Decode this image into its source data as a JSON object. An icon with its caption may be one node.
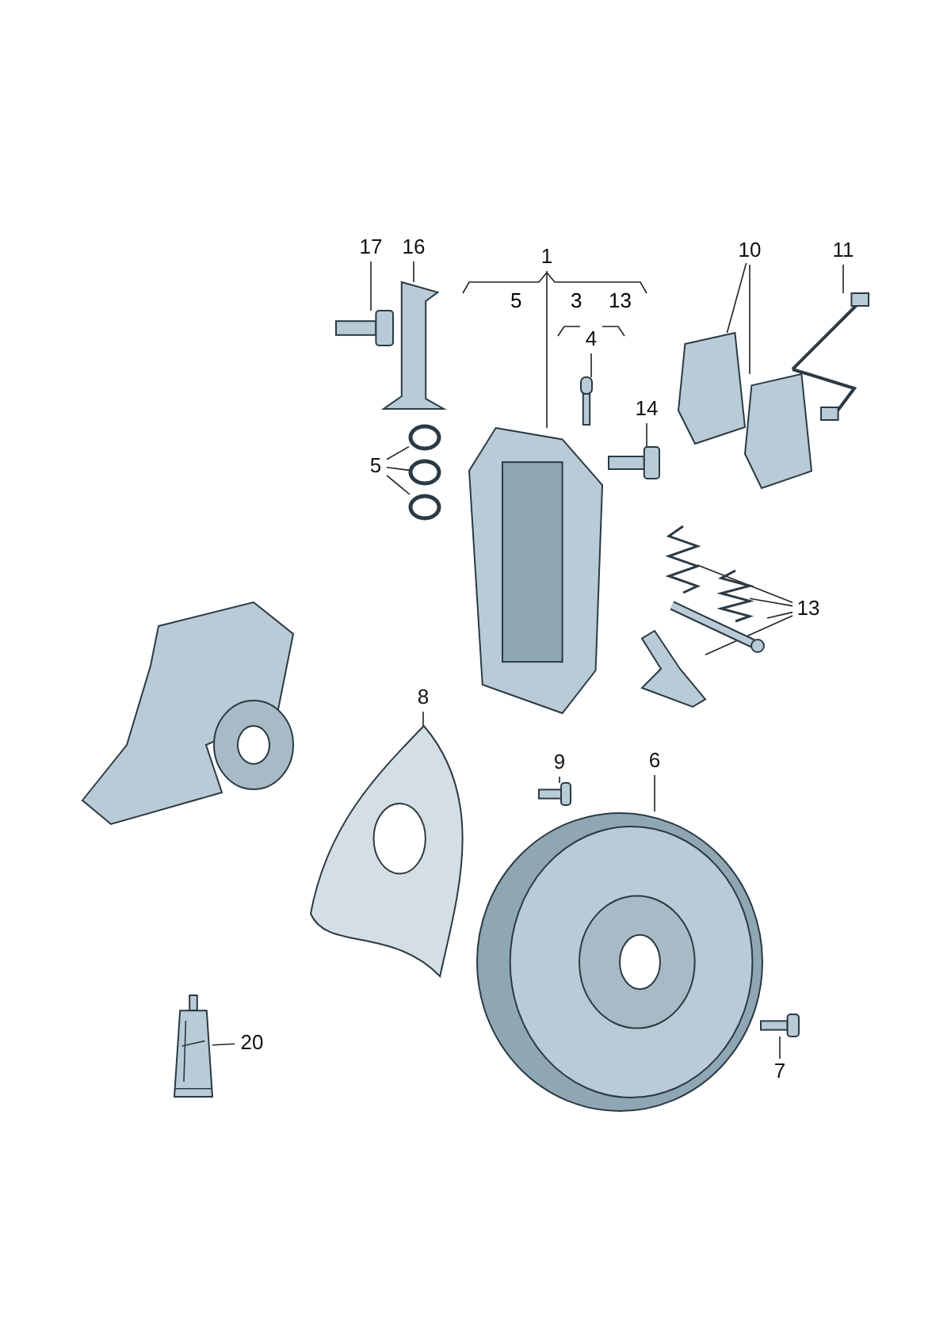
{
  "diagram": {
    "nodes": [
      {
        "text": [
          "17"
        ]
      },
      {
        "text": [],
        "shape": "picture"
      },
      {
        "text": [
          "16"
        ]
      },
      {
        "text": [],
        "shape": "picture"
      },
      {
        "text": [
          "1"
        ]
      },
      {
        "text": [],
        "shape": "picture"
      },
      {
        "text": [
          "4"
        ]
      },
      {
        "text": [],
        "shape": "picture"
      },
      {
        "text": [
          "10"
        ]
      },
      {
        "text": [],
        "shape": "picture"
      },
      {
        "text": [],
        "shape": "picture"
      },
      {
        "text": [
          "11"
        ]
      },
      {
        "text": [],
        "shape": "picture"
      },
      {
        "text": [
          "14"
        ]
      },
      {
        "text": [],
        "shape": "picture"
      },
      {
        "text": [
          "5"
        ]
      },
      {
        "text": [],
        "shape": "circle"
      },
      {
        "text": [],
        "shape": "circle"
      },
      {
        "text": [],
        "shape": "circle"
      },
      {
        "text": [
          "13"
        ]
      },
      {
        "text": [],
        "shape": "picture"
      },
      {
        "text": [],
        "shape": "picture"
      },
      {
        "text": [],
        "shape": "picture"
      },
      {
        "text": [],
        "shape": "picture"
      },
      {
        "text": [
          "8"
        ]
      },
      {
        "text": [],
        "shape": "picture"
      },
      {
        "text": [
          "9"
        ]
      },
      {
        "text": [],
        "shape": "picture"
      },
      {
        "text": [
          "6"
        ]
      },
      {
        "text": [],
        "shape": "picture"
      },
      {
        "text": [
          "7"
        ]
      },
      {
        "text": [],
        "shape": "picture"
      },
      {
        "text": [
          "20"
        ]
      },
      {
        "text": [],
        "shape": "picture"
      }
    ],
    "edges": [
      {
        "from": 0,
        "to": 1,
        "arrow": "none"
      },
      {
        "from": 2,
        "to": 3,
        "arrow": "none"
      },
      {
        "from": 4,
        "to": 5,
        "arrow": "none"
      },
      {
        "from": 6,
        "to": 7,
        "arrow": "none"
      },
      {
        "from": 8,
        "to": 9,
        "arrow": "none"
      },
      {
        "from": 8,
        "to": 10,
        "arrow": "none"
      },
      {
        "from": 11,
        "to": 12,
        "arrow": "none"
      },
      {
        "from": 13,
        "to": 14,
        "arrow": "none"
      },
      {
        "from": 15,
        "to": 16,
        "arrow": "none"
      },
      {
        "from": 15,
        "to": 17,
        "arrow": "none"
      },
      {
        "from": 15,
        "to": 18,
        "arrow": "none"
      },
      {
        "from": 19,
        "to": 20,
        "arrow": "none"
      },
      {
        "from": 19,
        "to": 21,
        "arrow": "none"
      },
      {
        "from": 19,
        "to": 22,
        "arrow": "none"
      },
      {
        "from": 19,
        "to": 23,
        "arrow": "none"
      },
      {
        "from": 24,
        "to": 25,
        "arrow": "none"
      },
      {
        "from": 26,
        "to": 27,
        "arrow": "none"
      },
      {
        "from": 28,
        "to": 29,
        "arrow": "none"
      },
      {
        "from": 30,
        "to": 31,
        "arrow": "none"
      },
      {
        "from": 32,
        "to": 33,
        "arrow": "none"
      }
    ],
    "labels": [
      "5",
      "3",
      "13"
    ]
  }
}
